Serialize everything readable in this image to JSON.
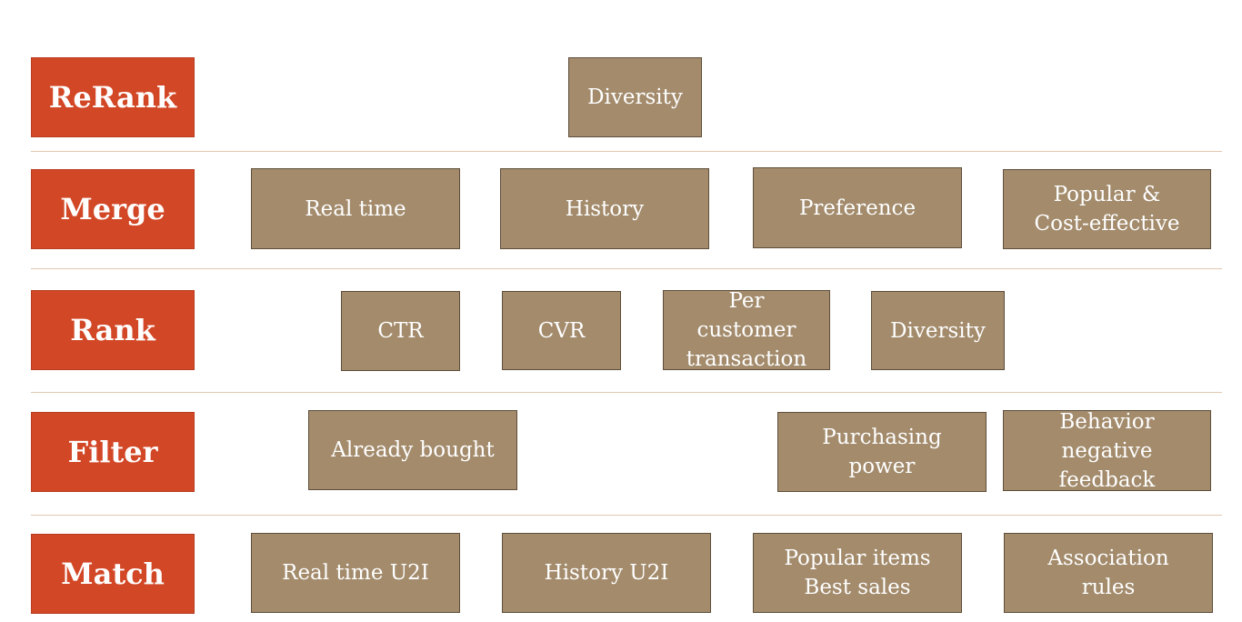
{
  "stages": {
    "rerank": {
      "label": "ReRank",
      "items": [
        "Diversity"
      ]
    },
    "merge": {
      "label": "Merge",
      "items": [
        "Real time",
        "History",
        "Preference",
        "Popular &\nCost-effective"
      ]
    },
    "rank": {
      "label": "Rank",
      "items": [
        "CTR",
        "CVR",
        "Per\ncustomer\ntransaction",
        "Diversity"
      ]
    },
    "filter": {
      "label": "Filter",
      "items": [
        "Already bought",
        "Purchasing\npower",
        "Behavior\nnegative\nfeedback"
      ]
    },
    "match": {
      "label": "Match",
      "items": [
        "Real time U2I",
        "History U2I",
        "Popular items\nBest sales",
        "Association\nrules"
      ]
    }
  },
  "colors": {
    "stage_fill": "#d24726",
    "box_fill": "#a38b6c",
    "box_border": "#5e4e3a",
    "divider": "#e2c8b2"
  }
}
